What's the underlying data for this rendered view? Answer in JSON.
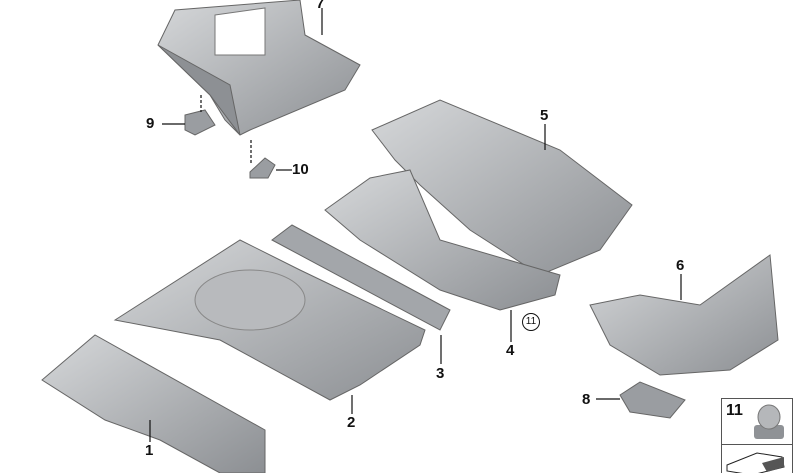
{
  "callouts": [
    "1",
    "2",
    "3",
    "4",
    "5",
    "6",
    "7",
    "8",
    "9",
    "10"
  ],
  "circled_callout": "11",
  "legend_box": {
    "number": "11",
    "icon": "nut-icon",
    "second_icon": "sheet-metal-icon"
  },
  "colors": {
    "part_fill": "#a9abae",
    "part_shadow": "#7d8084",
    "part_light": "#d0d2d4",
    "line": "#111111"
  }
}
